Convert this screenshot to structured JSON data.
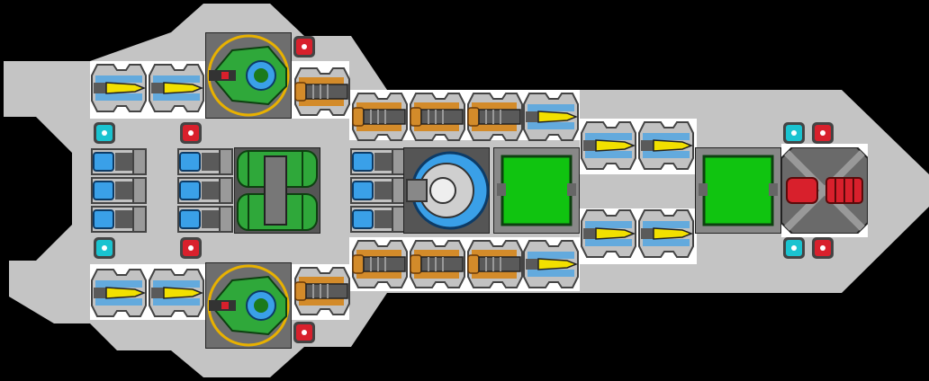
{
  "title": "",
  "colors": {
    "hull": "#c4c4c4",
    "background": "#000000",
    "floor": "#ffffff",
    "armor_light": "#c2c2c2",
    "armor_dark": "#5a5a5a",
    "glow_blue": "#3aa0e8",
    "projectile_yellow": "#f2e000",
    "copper": "#d38b2a",
    "green_core": "#10c410",
    "green_dark": "#1b7a1b",
    "red_module": "#d8202c",
    "cyan_module": "#1ac3d0"
  },
  "components": {
    "cockpit_icon": "green-cockpit",
    "gun_icon": "yellow-bolt-gun",
    "copper_gun_icon": "copper-gun",
    "thruster_icon": "blue-thruster",
    "reactor_icon": "green-reactor",
    "turret_icon": "blue-dome-turret",
    "shield_icon": "green-shield-panel",
    "engine_icon": "red-engine",
    "red_node_icon": "red-node",
    "cyan_node_icon": "cyan-node"
  }
}
